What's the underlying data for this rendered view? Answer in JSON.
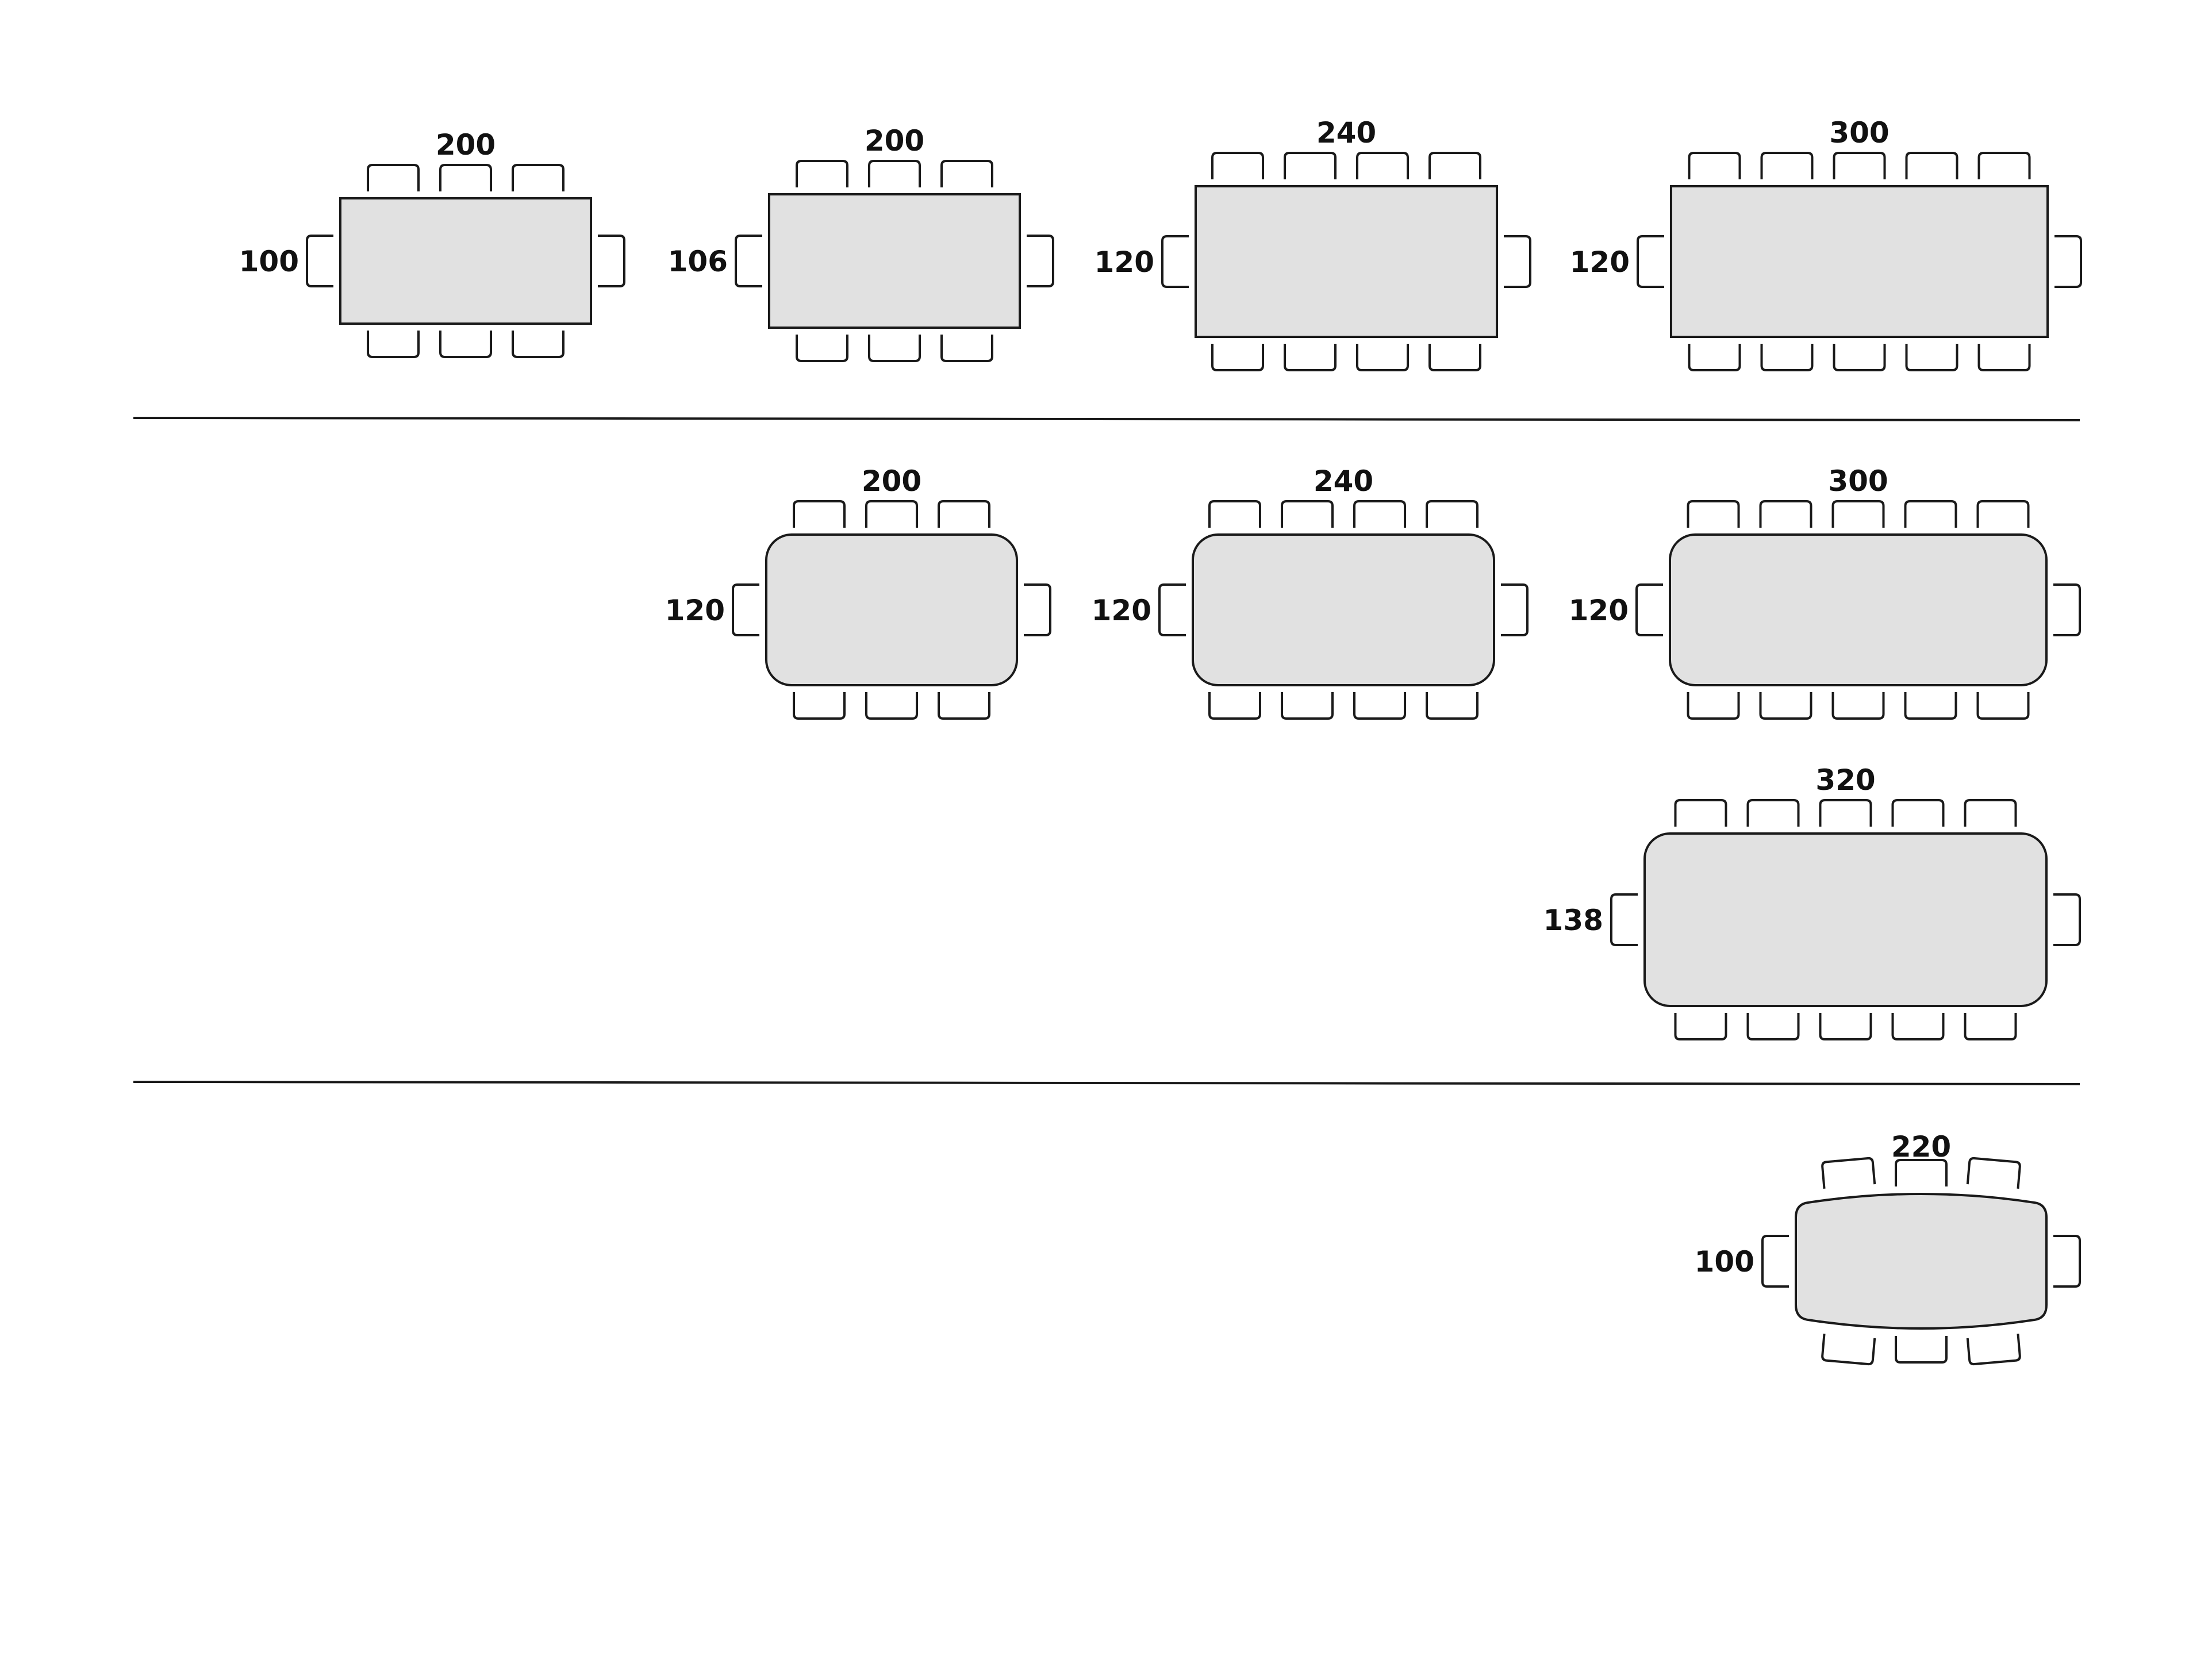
{
  "colors": {
    "table_fill": "#e1e1e1",
    "outline": "#1a1a1a",
    "text": "#111111",
    "background": "#ffffff"
  },
  "sections": [
    {
      "name": "rectangular",
      "tables": [
        {
          "length": "200",
          "width": "100",
          "seats_per_long_side": 3,
          "shape": "rectangle"
        },
        {
          "length": "200",
          "width": "106",
          "seats_per_long_side": 3,
          "shape": "rectangle"
        },
        {
          "length": "240",
          "width": "120",
          "seats_per_long_side": 4,
          "shape": "rectangle"
        },
        {
          "length": "300",
          "width": "120",
          "seats_per_long_side": 5,
          "shape": "rectangle"
        }
      ]
    },
    {
      "name": "rounded",
      "tables": [
        {
          "length": "200",
          "width": "120",
          "seats_per_long_side": 3,
          "shape": "rounded"
        },
        {
          "length": "240",
          "width": "120",
          "seats_per_long_side": 4,
          "shape": "rounded"
        },
        {
          "length": "300",
          "width": "120",
          "seats_per_long_side": 5,
          "shape": "rounded"
        },
        {
          "length": "320",
          "width": "138",
          "seats_per_long_side": 5,
          "shape": "rounded"
        }
      ]
    },
    {
      "name": "barrel",
      "tables": [
        {
          "length": "220",
          "width": "100",
          "seats_per_long_side": 3,
          "shape": "barrel"
        }
      ]
    }
  ]
}
